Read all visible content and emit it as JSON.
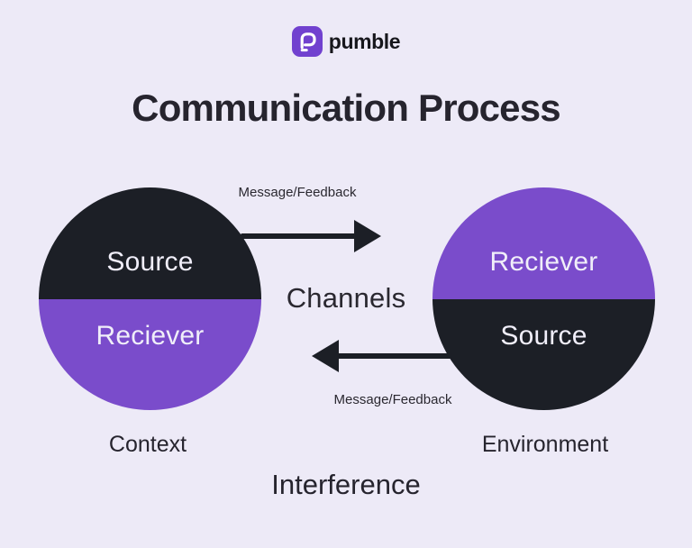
{
  "colors": {
    "background": "#EDEAF7",
    "dark": "#1C1F26",
    "purple": "#7A4CCB",
    "icon_purple": "#7141CF",
    "circle_text": "#F0EEF9",
    "heading_text": "#26242E",
    "body_text": "#2A2830"
  },
  "logo": {
    "brand": "pumble",
    "icon": "pumble-chat-bubble-icon"
  },
  "title": "Communication Process",
  "diagram": {
    "left_circle": {
      "top_label": "Source",
      "bottom_label": "Reciever",
      "caption": "Context"
    },
    "right_circle": {
      "top_label": "Reciever",
      "bottom_label": "Source",
      "caption": "Environment"
    },
    "arrows": {
      "top": {
        "label": "Message/Feedback",
        "direction": "right"
      },
      "bottom": {
        "label": "Message/Feedback",
        "direction": "left"
      }
    },
    "center_label": "Channels",
    "footer_caption": "Interference"
  }
}
